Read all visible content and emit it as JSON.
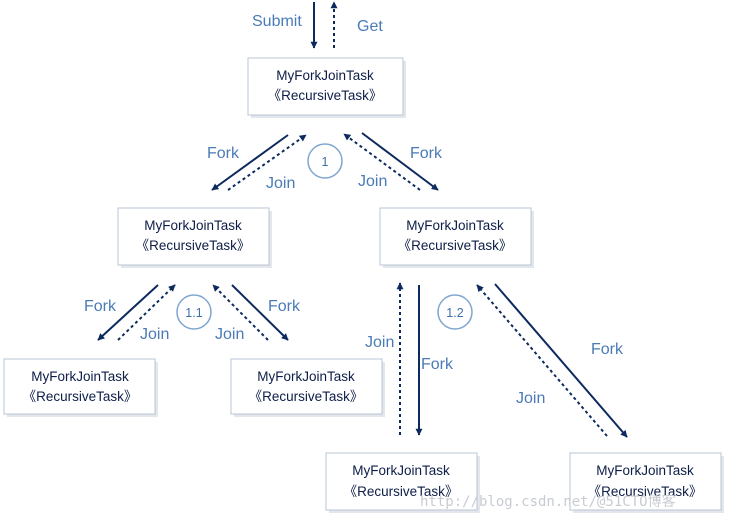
{
  "task_box": {
    "line1": "MyForkJoinTask",
    "line2": "《RecursiveTask》"
  },
  "labels": {
    "submit": "Submit",
    "get": "Get",
    "fork": "Fork",
    "join": "Join"
  },
  "badges": {
    "b1": "1",
    "b11": "1.1",
    "b12": "1.2"
  },
  "watermark": "http://blog.csdn.net/@51CTO博客"
}
